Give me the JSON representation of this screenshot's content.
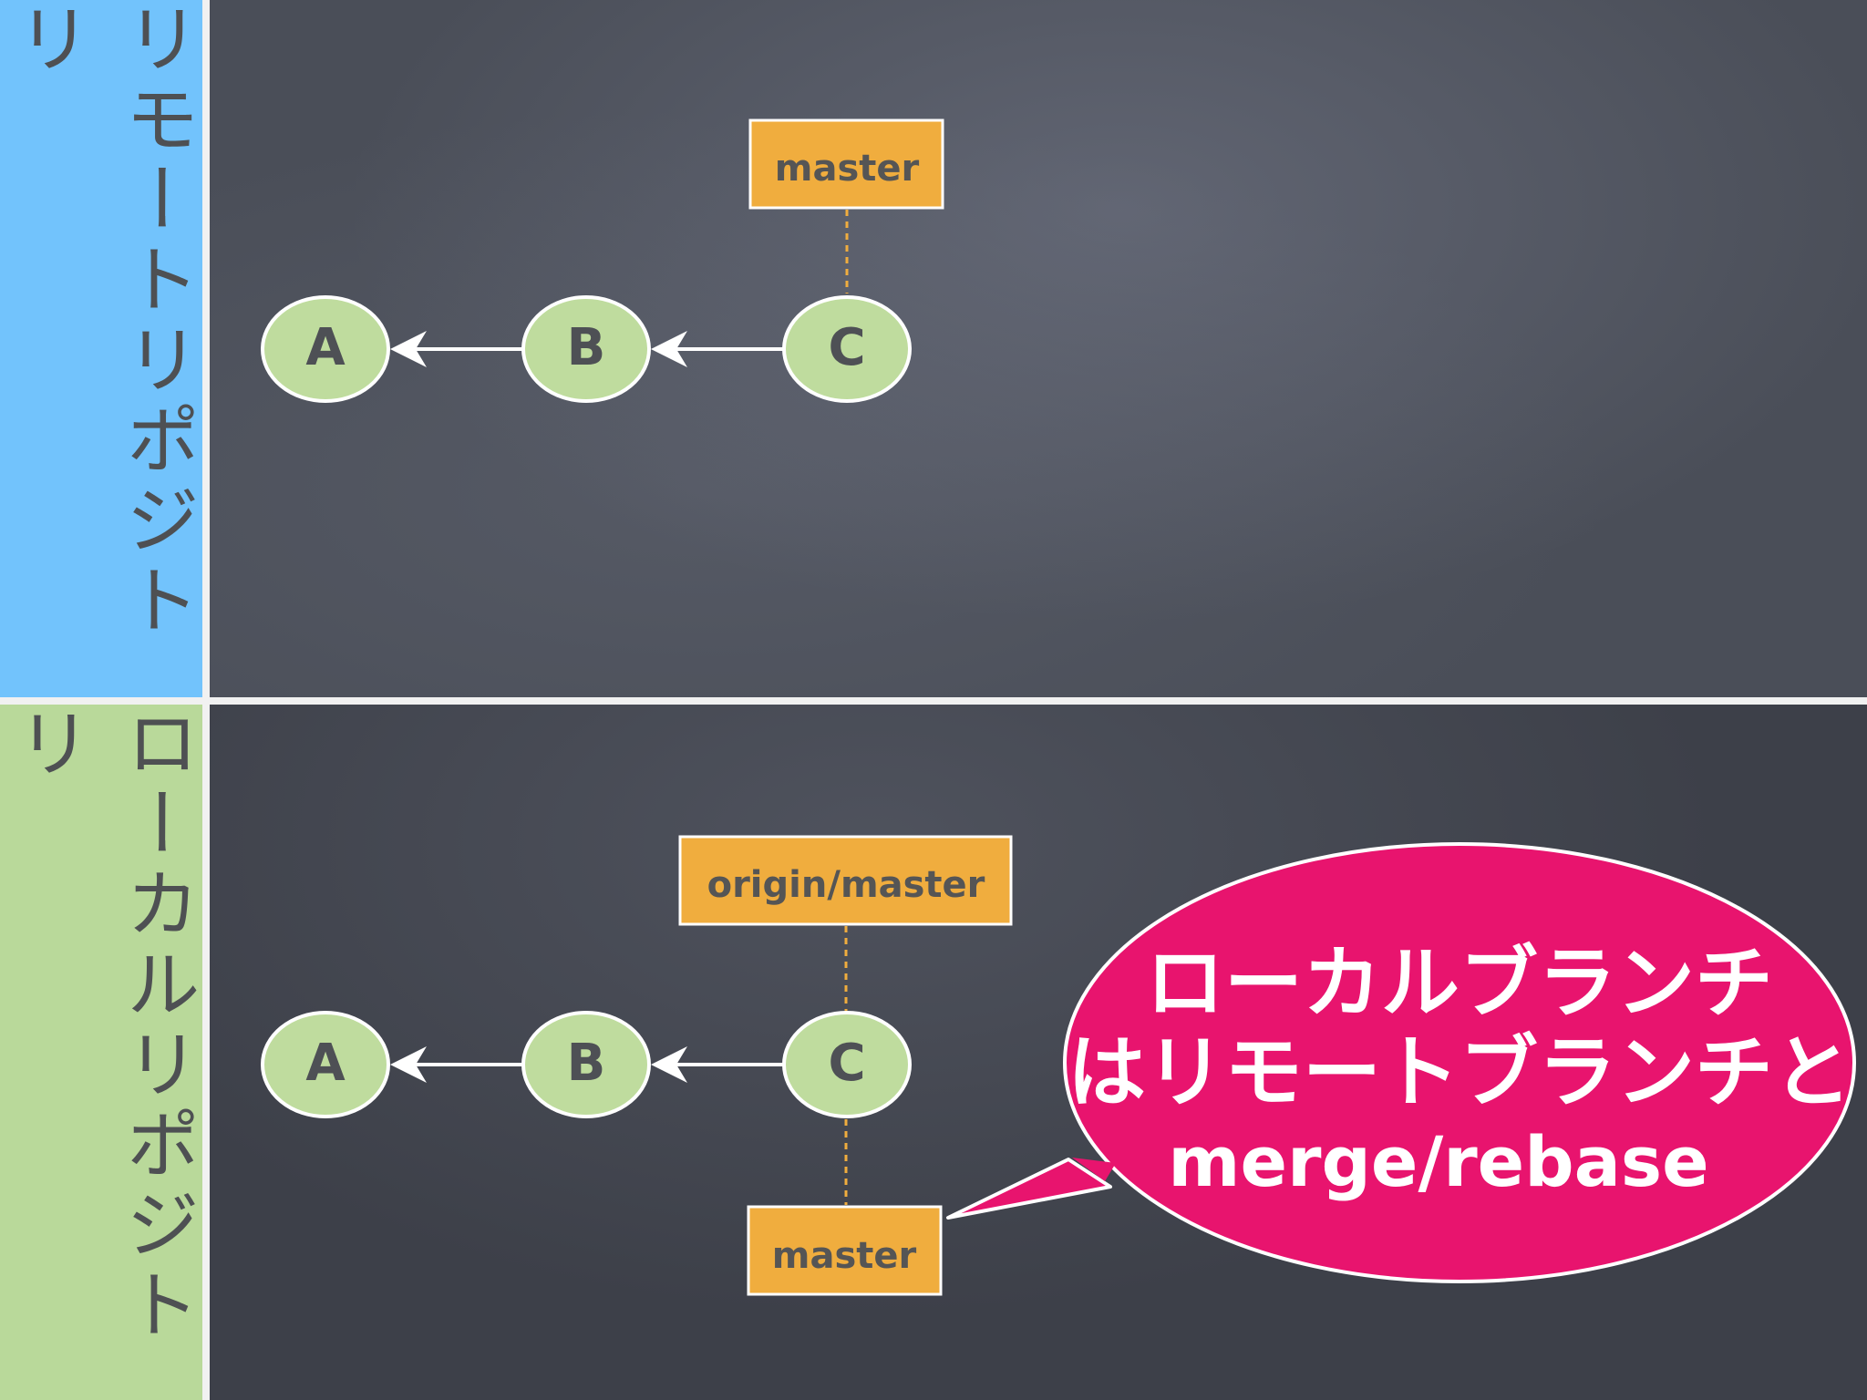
{
  "sidebar": {
    "remote_label": "リモートリポジトリ",
    "local_label": "ローカルリポジトリ"
  },
  "remote": {
    "commits": [
      "A",
      "B",
      "C"
    ],
    "branch_label": "master"
  },
  "local": {
    "commits": [
      "A",
      "B",
      "C"
    ],
    "tracking_label": "origin/master",
    "branch_label": "master"
  },
  "callout": {
    "line1": "ローカルブランチ",
    "line2": "はリモートブランチと",
    "line3": "merge/rebase"
  },
  "colors": {
    "remote_band": "#72c3fc",
    "local_band": "#b9d99a",
    "commit_fill": "#bfdc9e",
    "branch_box": "#f0ad3e",
    "callout_fill": "#e8146e"
  }
}
